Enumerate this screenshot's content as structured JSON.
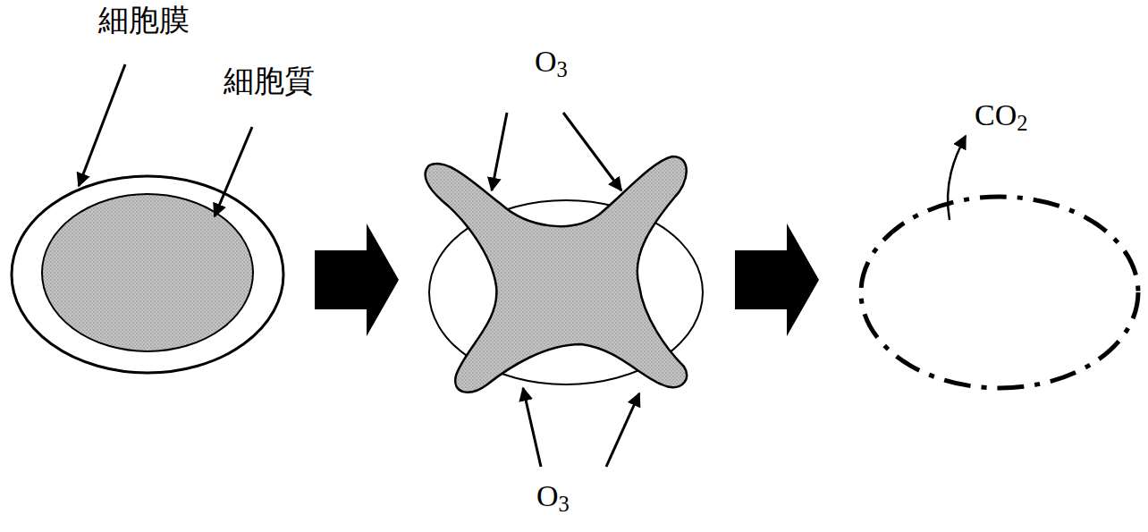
{
  "diagram": {
    "labels": [
      "細胞膜",
      "細胞質",
      "O3",
      "CO2",
      "O3"
    ]
  }
}
